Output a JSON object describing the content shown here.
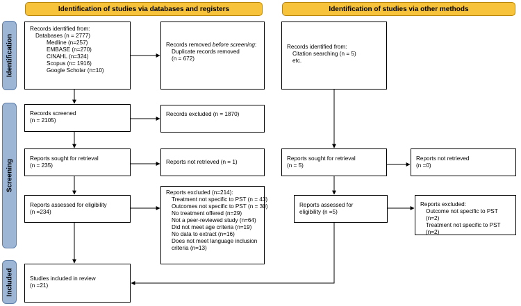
{
  "headers": {
    "databases": "Identification of studies via databases and registers",
    "other": "Identification of studies via other methods"
  },
  "phases": {
    "identification": "Identification",
    "screening": "Screening",
    "included": "Included"
  },
  "boxes": {
    "identified": {
      "title": "Records identified from:",
      "databases": "Databases (n = 2777)",
      "items": [
        "Medline (n=257)",
        "EMBASE (n=270)",
        "CINAHL (n=324)",
        "Scopus (n= 1916)",
        "Google Scholar (n=10)"
      ]
    },
    "removed": {
      "title_plain": "Records removed ",
      "title_italic": "before screening",
      "title_end": ":",
      "line1": "Duplicate records removed",
      "line2": "(n = 672)"
    },
    "screened": {
      "line1": "Records screened",
      "line2": "(n = 2105)"
    },
    "excluded": {
      "line1": "Records excluded (n = 1870)"
    },
    "sought": {
      "line1": "Reports sought for retrieval",
      "line2": "(n = 235)"
    },
    "not_retrieved": {
      "line1": "Reports not retrieved (n = 1)"
    },
    "assessed": {
      "line1": "Reports assessed for eligibility",
      "line2": "(n =234)"
    },
    "reports_excluded": {
      "title": "Reports excluded (n=214):",
      "items": [
        "Treatment not specific to PST (n = 43)",
        "Outcomes not specific to PST (n = 30)",
        "No treatment offered (n=29)",
        "Not a peer-reviewed study (n=64)",
        "Did not meet age criteria (n=19)",
        "No data to extract (n=16)",
        "Does not meet language inclusion",
        "criteria (n=13)"
      ]
    },
    "included": {
      "line1": "Studies included in review",
      "line2": "(n =21)"
    },
    "other_identified": {
      "line1": "Records identified from:",
      "line2": "Citation searching (n = 5)",
      "line3": "etc."
    },
    "other_sought": {
      "line1": "Reports sought for retrieval",
      "line2": "(n = 5)"
    },
    "other_not_retrieved": {
      "line1": "Reports not retrieved",
      "line2": "(n =0)"
    },
    "other_assessed": {
      "line1": "Reports assessed for",
      "line2": "eligibility (n =5)"
    },
    "other_excluded": {
      "title": "Reports excluded:",
      "items": [
        "Outcome not specific to PST",
        "(n=2)",
        "Treatment not specific to PST",
        "(n=2)"
      ]
    }
  }
}
